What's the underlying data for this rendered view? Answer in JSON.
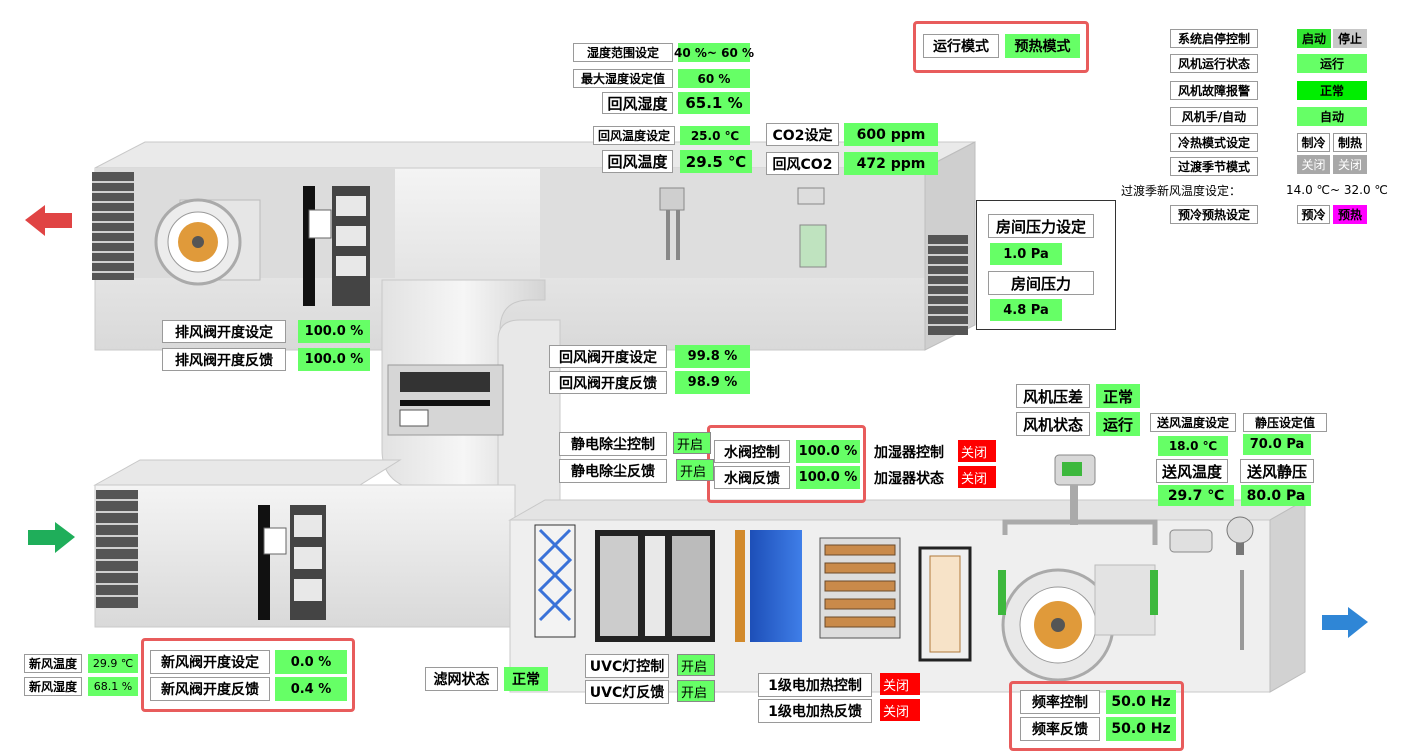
{
  "run_mode": {
    "label": "运行模式",
    "value": "预热模式"
  },
  "humidity": {
    "range_label": "湿度范围设定",
    "range_value": "40 %~ 60 %",
    "max_label": "最大湿度设定值",
    "max_value": "60 %",
    "return_label": "回风湿度",
    "return_value": "65.1 %"
  },
  "temperature": {
    "set_label": "回风温度设定",
    "set_value": "25.0 ℃",
    "return_label": "回风温度",
    "return_value": "29.5 ℃"
  },
  "co2": {
    "set_label": "CO2设定",
    "set_value": "600 ppm",
    "return_label": "回风CO2",
    "return_value": "472 ppm"
  },
  "room_pressure": {
    "set_label": "房间压力设定",
    "set_value": "1.0 Pa",
    "label": "房间压力",
    "value": "4.8 Pa"
  },
  "exhaust_damper": {
    "set_label": "排风阀开度设定",
    "set_value": "100.0 %",
    "fb_label": "排风阀开度反馈",
    "fb_value": "100.0 %"
  },
  "return_damper": {
    "set_label": "回风阀开度设定",
    "set_value": "99.8 %",
    "fb_label": "回风阀开度反馈",
    "fb_value": "98.9 %"
  },
  "fresh_damper": {
    "set_label": "新风阀开度设定",
    "set_value": "0.0 %",
    "fb_label": "新风阀开度反馈",
    "fb_value": "0.4 %"
  },
  "fresh_air": {
    "temp_label": "新风温度",
    "temp_value": "29.9 ℃",
    "hum_label": "新风湿度",
    "hum_value": "68.1 %"
  },
  "esp": {
    "ctrl_label": "静电除尘控制",
    "ctrl_value": "开启",
    "fb_label": "静电除尘反馈",
    "fb_value": "开启"
  },
  "water_valve": {
    "ctrl_label": "水阀控制",
    "ctrl_value": "100.0 %",
    "fb_label": "水阀反馈",
    "fb_value": "100.0 %"
  },
  "humidifier": {
    "ctrl_label": "加湿器控制",
    "ctrl_value": "关闭",
    "state_label": "加湿器状态",
    "state_value": "关闭"
  },
  "filter": {
    "label": "滤网状态",
    "value": "正常"
  },
  "uvc": {
    "ctrl_label": "UVC灯控制",
    "ctrl_value": "开启",
    "fb_label": "UVC灯反馈",
    "fb_value": "开启"
  },
  "heater": {
    "ctrl_label": "1级电加热控制",
    "ctrl_value": "关闭",
    "fb_label": "1级电加热反馈",
    "fb_value": "关闭"
  },
  "frequency": {
    "ctrl_label": "频率控制",
    "ctrl_value": "50.0 Hz",
    "fb_label": "频率反馈",
    "fb_value": "50.0 Hz"
  },
  "fan": {
    "dp_label": "风机压差",
    "dp_value": "正常",
    "state_label": "风机状态",
    "state_value": "运行"
  },
  "supply": {
    "temp_set_label": "送风温度设定",
    "temp_set_value": "18.0 ℃",
    "static_set_label": "静压设定值",
    "static_set_value": "70.0 Pa",
    "temp_label": "送风温度",
    "temp_value": "29.7 ℃",
    "static_label": "送风静压",
    "static_value": "80.0 Pa"
  },
  "system": {
    "start_stop_label": "系统启停控制",
    "start": "启动",
    "stop": "停止",
    "fan_run_label": "风机运行状态",
    "fan_run_value": "运行",
    "fan_fault_label": "风机故障报警",
    "fan_fault_value": "正常",
    "fan_mode_label": "风机手/自动",
    "fan_mode_value": "自动",
    "cool_heat_label": "冷热模式设定",
    "cool": "制冷",
    "heat": "制热",
    "transition_label": "过渡季节模式",
    "off1": "关闭",
    "off2": "关闭",
    "transition_temp_label": "过渡季新风温度设定：",
    "transition_temp_value": "14.0 ℃~ 32.0 ℃",
    "pre_label": "预冷预热设定",
    "precool": "预冷",
    "preheat": "预热"
  },
  "colors": {
    "accent_green": "#66ff66",
    "alarm_red": "#ff0000",
    "highlight_magenta": "#ff00ff",
    "frame_red": "#e85c5c"
  }
}
